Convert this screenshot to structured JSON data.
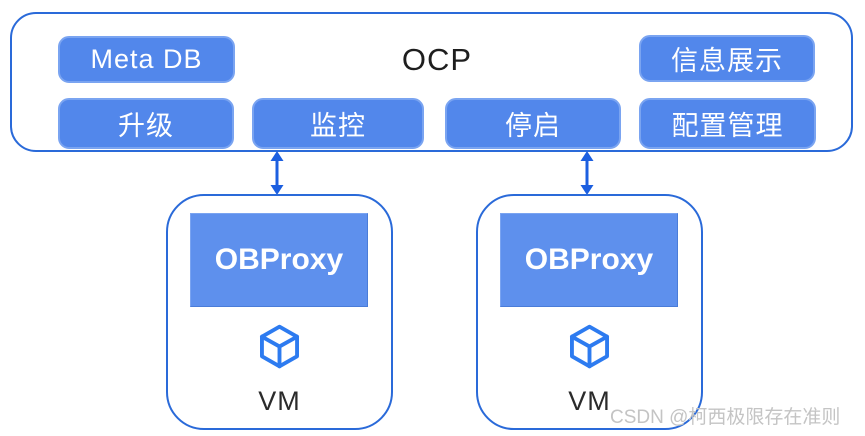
{
  "diagram": {
    "title": "OCP",
    "ocp_modules": [
      {
        "id": "meta_db",
        "label": "Meta DB"
      },
      {
        "id": "info_display",
        "label": "信息展示"
      },
      {
        "id": "upgrade",
        "label": "升级"
      },
      {
        "id": "monitor",
        "label": "监控"
      },
      {
        "id": "stop_start",
        "label": "停启"
      },
      {
        "id": "config_management",
        "label": "配置管理"
      }
    ],
    "vm_nodes": [
      {
        "proxy": "OBProxy",
        "label": "VM",
        "icon": "cube-icon"
      },
      {
        "proxy": "OBProxy",
        "label": "VM",
        "icon": "cube-icon"
      }
    ],
    "connections": [
      {
        "from": "OCP",
        "to": "VM-left",
        "type": "bidirectional"
      },
      {
        "from": "OCP",
        "to": "VM-right",
        "type": "bidirectional"
      }
    ],
    "watermark": "CSDN @柯西极限存在准则",
    "colors": {
      "node_fill": "#5287EB",
      "node_border": "#7AA4F1",
      "group_border": "#2A6AD9",
      "obproxy_fill": "#5E90ED",
      "arrow": "#1C5FE0",
      "cube_stroke": "#2D7BF0",
      "title_text": "#1E1E1E",
      "node_text": "#FFFFFF",
      "vm_text": "#2B2B2B",
      "watermark_text": "#C4C4C4",
      "background": "#FFFFFF"
    }
  }
}
